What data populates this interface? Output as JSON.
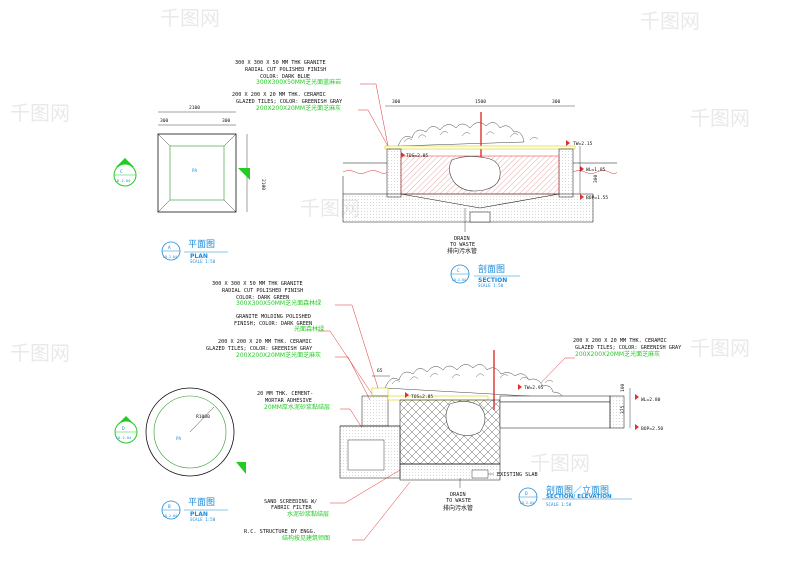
{
  "watermark": "千图网",
  "plan_a": {
    "marker_letter": "C",
    "marker_code": "LD-2.04",
    "dim_top": "2100",
    "dim_inner_left": "300",
    "dim_inner_right": "300",
    "dim_right": "2100",
    "label": "PA",
    "title_cn": "平面图",
    "title_en": "PLAN",
    "scale": "SCALE  1:50",
    "tag_letter": "A",
    "tag_code": "LD-2.04"
  },
  "section_c": {
    "note1_lines": [
      "300 X 300 X 50 MM THK GRANITE",
      "RADIAL CUT POLISHED FINISH",
      "COLOR: DARK BLUE"
    ],
    "note1_cn": "300X300X50MM芝光面蓝麻岩",
    "note2_lines": [
      "200 X 200 X 20 MM THK. CERAMIC",
      "GLAZED TILES; COLOR: GREENISH GRAY"
    ],
    "note2_cn": "200X200X20MM芝光面芝麻灰",
    "dim_left": "300",
    "dim_mid": "1500",
    "dim_right": "300",
    "tw": "TW=2.15",
    "tos": "TOS=2.05",
    "wl": "WL=1.85",
    "bop": "BOP=1.55",
    "dim_depth": "300",
    "drain": [
      "DRAIN",
      "TO WASTE"
    ],
    "drain_cn": "排向污水管",
    "title_cn": "剖面图",
    "title_en": "SECTION",
    "scale": "SCALE  1:50",
    "tag_letter": "C",
    "tag_code": "LD-2.04"
  },
  "section_d": {
    "note1_lines": [
      "300 X 300 X 50 MM THK GRANITE",
      "RADIAL CUT POLISHED FINISH",
      "COLOR: DARK GREEN"
    ],
    "note1_cn": "300X300X50MM芝光面森林绿",
    "note2_lines": [
      "GRANITE MOLDING POLISHED",
      "FINISH; COLOR: DARK GREEN"
    ],
    "note2_cn": "光面森林绿",
    "note3_lines": [
      "200 X 200 X 20 MM THK. CERAMIC",
      "GLAZED TILES; COLOR: GREENISH GRAY"
    ],
    "note3_cn": "200X200X20MM芝光面芝麻灰",
    "note4_lines": [
      "20 MM THK. CEMENT-",
      "MORTAR ADHESIVE"
    ],
    "note4_cn": "20MM厚水泥砂浆黏结层",
    "note_right_lines": [
      "200 X 200 X 20 MM THK. CERAMIC",
      "GLAZED TILES; COLOR: GREENISH GRAY"
    ],
    "note_right_cn": "200X200X20MM芝光面芝麻灰",
    "note5_lines": [
      "SAND SCREEDING W/",
      "FABRIC FILTER"
    ],
    "note5_cn": "水泥砂浆黏结层",
    "note6_lines": [
      "R.C. STRUCTURE BY ENGG."
    ],
    "note6_cn": "结构按见建筑师图",
    "dim_a": "65",
    "tw": "TW=2.95",
    "tos": "TOS=2.85",
    "wl": "WL=2.80",
    "bop": "BOP=2.50",
    "dim_b": "375",
    "dim_c": "100",
    "existing": "EXISTING SLAB",
    "drain": [
      "DRAIN",
      "TO WASTE"
    ],
    "drain_cn": "排向污水管",
    "title_cn": "剖面图／立面图",
    "title_en": "SECTION/ ELEVATION",
    "scale": "SCALE  1:50",
    "tag_letter": "D",
    "tag_code": "LD-2.04"
  },
  "plan_b": {
    "radius": "R1000",
    "label": "PA",
    "marker_letter": "D",
    "marker_code": "LD-2.04",
    "title_cn": "平面图",
    "title_en": "PLAN",
    "scale": "SCALE  1:50",
    "tag_letter": "B",
    "tag_code": "LD-2.04"
  },
  "colors": {
    "green": "#22cc22",
    "blue": "#1a8ad8",
    "red": "#e03030",
    "yellow": "#d8d000",
    "line": "#111111"
  }
}
